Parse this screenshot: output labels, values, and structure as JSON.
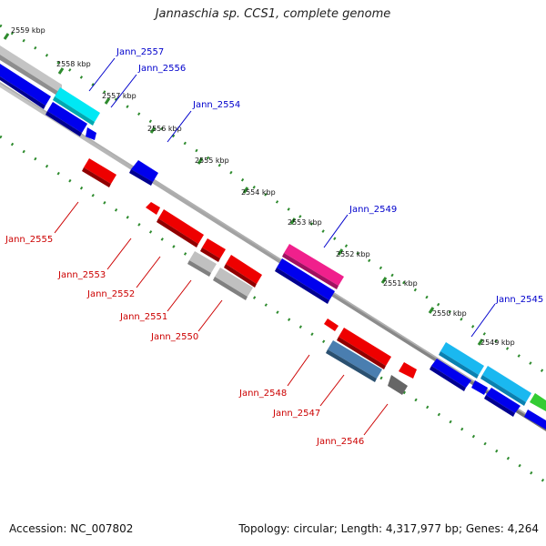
{
  "title": "Jannaschia sp. CCS1, complete genome",
  "footer": {
    "accession": "Accession: NC_007802",
    "summary": "Topology: circular; Length: 4,317,977 bp; Genes: 4,264"
  },
  "ticks": [
    "2559 kbp",
    "2558 kbp",
    "2557 kbp",
    "2556 kbp",
    "2555 kbp",
    "2554 kbp",
    "2553 kbp",
    "2552 kbp",
    "2551 kbp",
    "2550 kbp",
    "2549 kbp"
  ],
  "gene_labels": {
    "forward": [
      "Jann_2557",
      "Jann_2556",
      "Jann_2554",
      "Jann_2549",
      "Jann_2545"
    ],
    "reverse": [
      "Jann_2555",
      "Jann_2553",
      "Jann_2552",
      "Jann_2551",
      "Jann_2550",
      "Jann_2548",
      "Jann_2547",
      "Jann_2546"
    ]
  },
  "colors": {
    "backbone": "#8c8c8c",
    "forward_label": "#0000cc",
    "reverse_label": "#cc0000",
    "tick_dots": "#2e8b2e",
    "gene_blue": "#0000ee",
    "gene_red": "#ee0000",
    "gene_cyan": "#00e5f0",
    "gene_lightblue": "#1ab8f0",
    "gene_magenta": "#f0208c",
    "gene_steel": "#4a7eb0",
    "gene_gray": "#c0c0c0",
    "gene_darkgray": "#666666",
    "gene_green": "#33cc33"
  }
}
